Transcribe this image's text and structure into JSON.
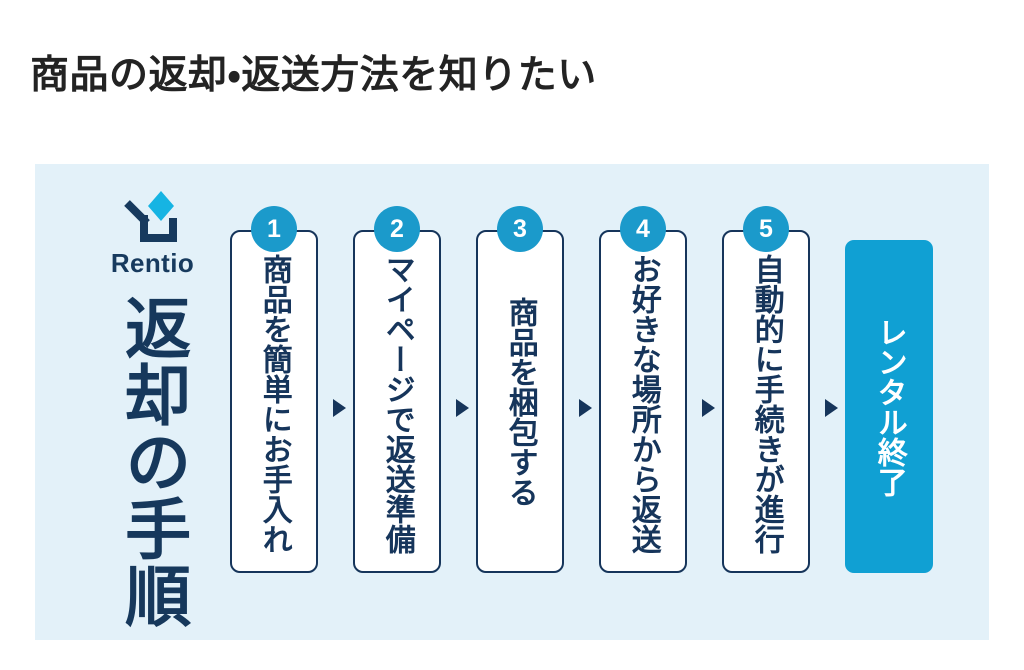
{
  "page": {
    "title": "商品の返却・返送方法を知りたい",
    "background_color": "#ffffff",
    "title_color": "#232323"
  },
  "panel": {
    "background_color": "#E3F1F9"
  },
  "brand": {
    "logo_icon": "rentio-diamond-box-logo",
    "wordmark": "Rentio",
    "wordmark_color": "#173A5E",
    "diamond_color": "#16B4E3",
    "box_color": "#173A5E",
    "vertical_title": "返却の手順",
    "vertical_title_color": "#16385C"
  },
  "flow": {
    "arrow_icon": "triangle-right-icon",
    "arrow_color": "#16355B",
    "badge_color": "#1B9ACB",
    "card_border_color": "#16355B",
    "card_background": "#ffffff",
    "final_card_background": "#10A0D3",
    "final_card_text_color": "#ffffff",
    "steps": [
      {
        "number": "1",
        "text": "商品を簡単にお手入れ",
        "align": "top",
        "final": false,
        "arrow_after": true
      },
      {
        "number": "2",
        "text": "マイページで返送準備",
        "align": "top",
        "final": false,
        "arrow_after": true
      },
      {
        "number": "3",
        "text": "商品を梱包する",
        "align": "center",
        "final": false,
        "arrow_after": true
      },
      {
        "number": "4",
        "text": "お好きな場所から返送",
        "align": "top",
        "final": false,
        "arrow_after": true
      },
      {
        "number": "5",
        "text": "自動的に手続きが進行",
        "align": "top",
        "final": false,
        "arrow_after": true
      },
      {
        "number": "",
        "text": "レンタル終了",
        "align": "center",
        "final": true,
        "arrow_after": false
      }
    ]
  }
}
